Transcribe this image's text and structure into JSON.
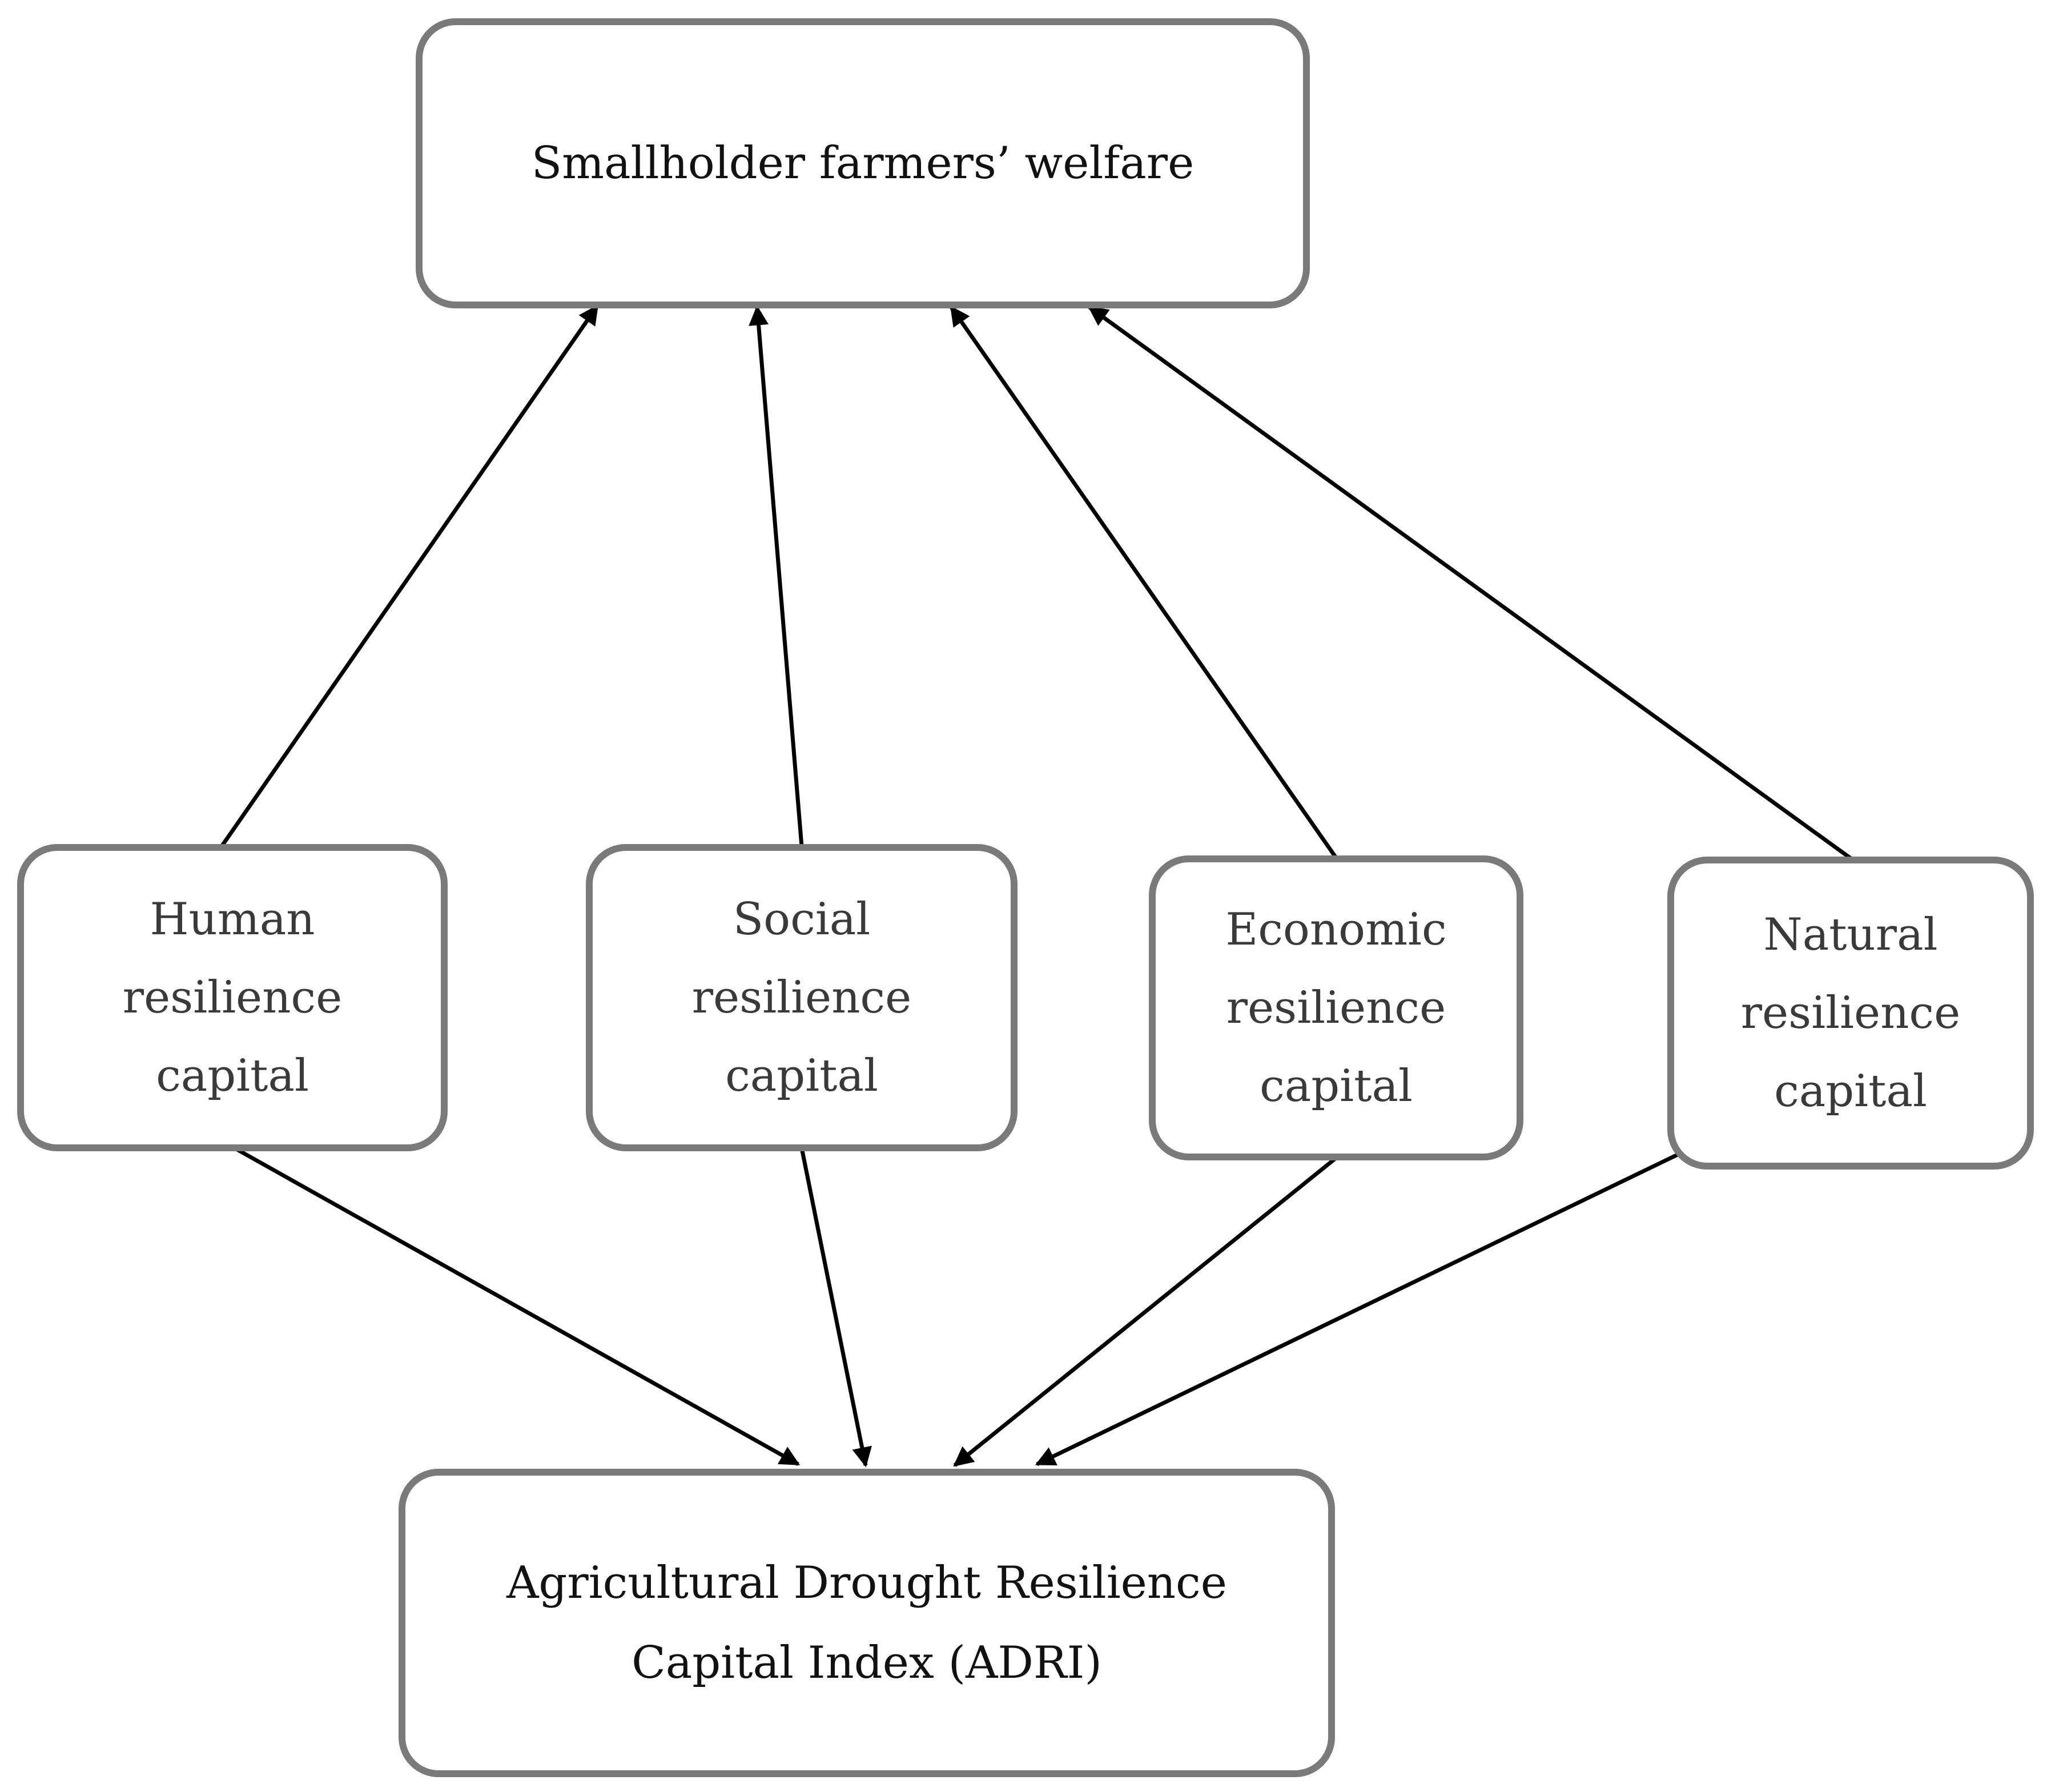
{
  "diagram": {
    "outcome": {
      "label": "Smallholder farmers’ welfare"
    },
    "capitals": [
      {
        "id": "human",
        "label": "Human\nresilience\ncapital"
      },
      {
        "id": "social",
        "label": "Social\nresilience\ncapital"
      },
      {
        "id": "economic",
        "label": "Economic\nresilience\ncapital"
      },
      {
        "id": "natural",
        "label": "Natural\nresilience\ncapital"
      }
    ],
    "index": {
      "label": "Agricultural Drought Resilience\nCapital Index (ADRI)"
    },
    "edges": [
      {
        "from": "human",
        "to": "outcome"
      },
      {
        "from": "social",
        "to": "outcome"
      },
      {
        "from": "economic",
        "to": "outcome"
      },
      {
        "from": "natural",
        "to": "outcome"
      },
      {
        "from": "human",
        "to": "index"
      },
      {
        "from": "social",
        "to": "index"
      },
      {
        "from": "economic",
        "to": "index"
      },
      {
        "from": "natural",
        "to": "index"
      }
    ],
    "colors": {
      "box_border": "#7a7a7a",
      "arrow": "#000000",
      "main_text": "#111111",
      "capital_text": "#3a3a3a"
    }
  }
}
